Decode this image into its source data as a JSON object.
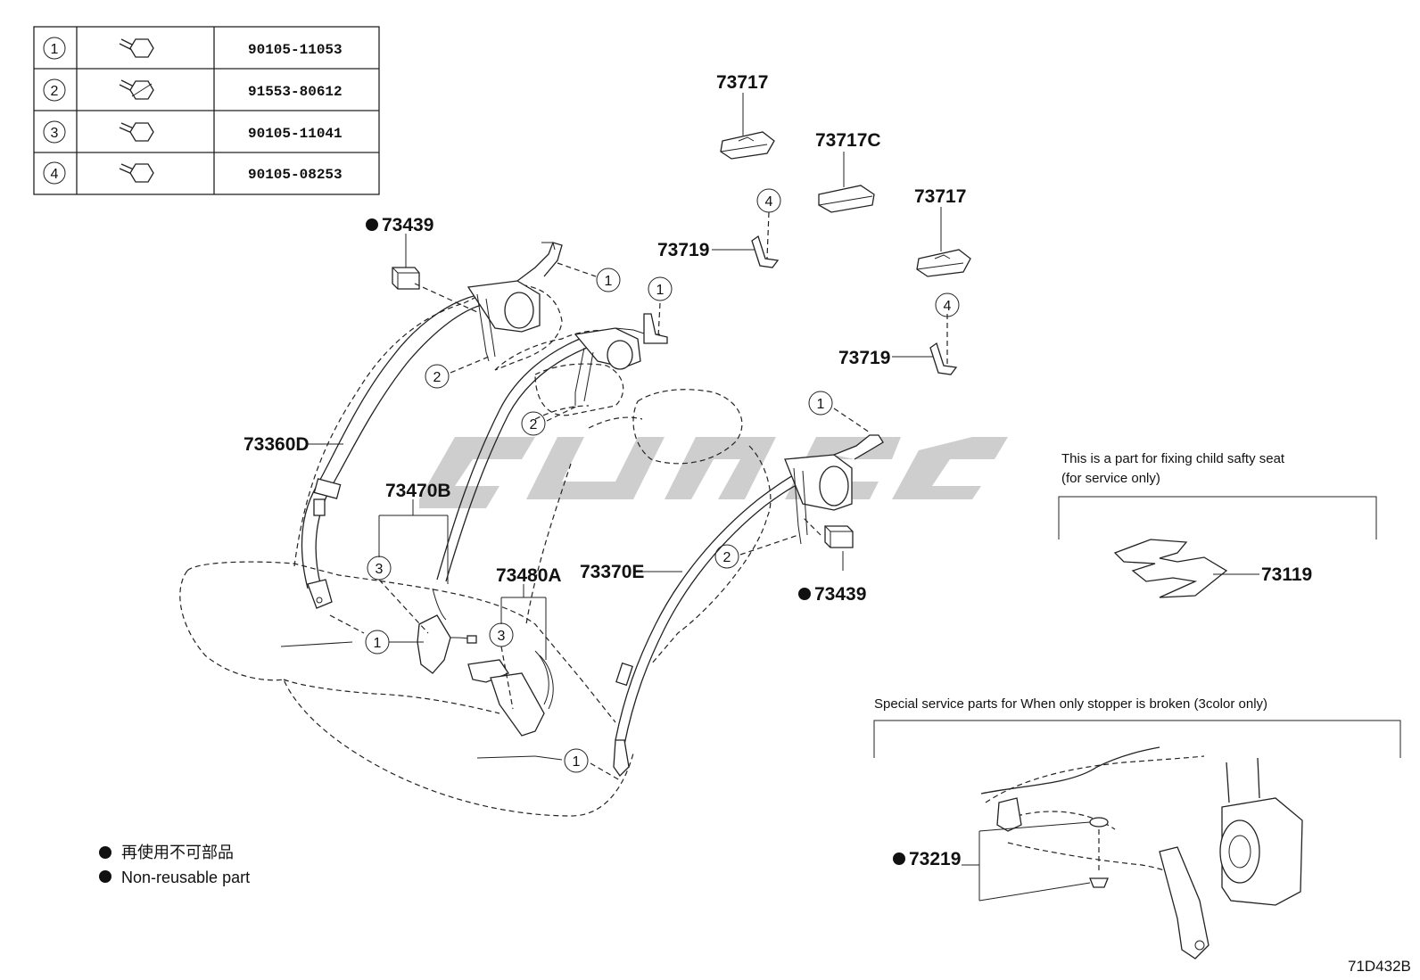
{
  "bolt_table": [
    {
      "index": "1",
      "part_no": "90105-11053"
    },
    {
      "index": "2",
      "part_no": "91553-80612"
    },
    {
      "index": "3",
      "part_no": "90105-11041"
    },
    {
      "index": "4",
      "part_no": "90105-08253"
    }
  ],
  "labels": {
    "p73717_top": "73717",
    "p73717c": "73717C",
    "p73717_right": "73717",
    "p73719_top": "73719",
    "p73719_right": "73719",
    "p73439_top": "73439",
    "p73439_right": "73439",
    "p73360d": "73360D",
    "p73470b": "73470B",
    "p73480a": "73480A",
    "p73370e": "73370E",
    "p73119": "73119",
    "p73219": "73219"
  },
  "callouts": {
    "c1": "1",
    "c2": "2",
    "c3": "3",
    "c4": "4"
  },
  "notes": {
    "child_seat_line1": "This is a part for fixing child safty seat",
    "child_seat_line2": "(for service only)",
    "stopper": "Special service parts for When only stopper is broken (3color only)"
  },
  "legend": {
    "jp": "再使用不可部品",
    "en": "Non-reusable part"
  },
  "diagram_code": "71D432B"
}
